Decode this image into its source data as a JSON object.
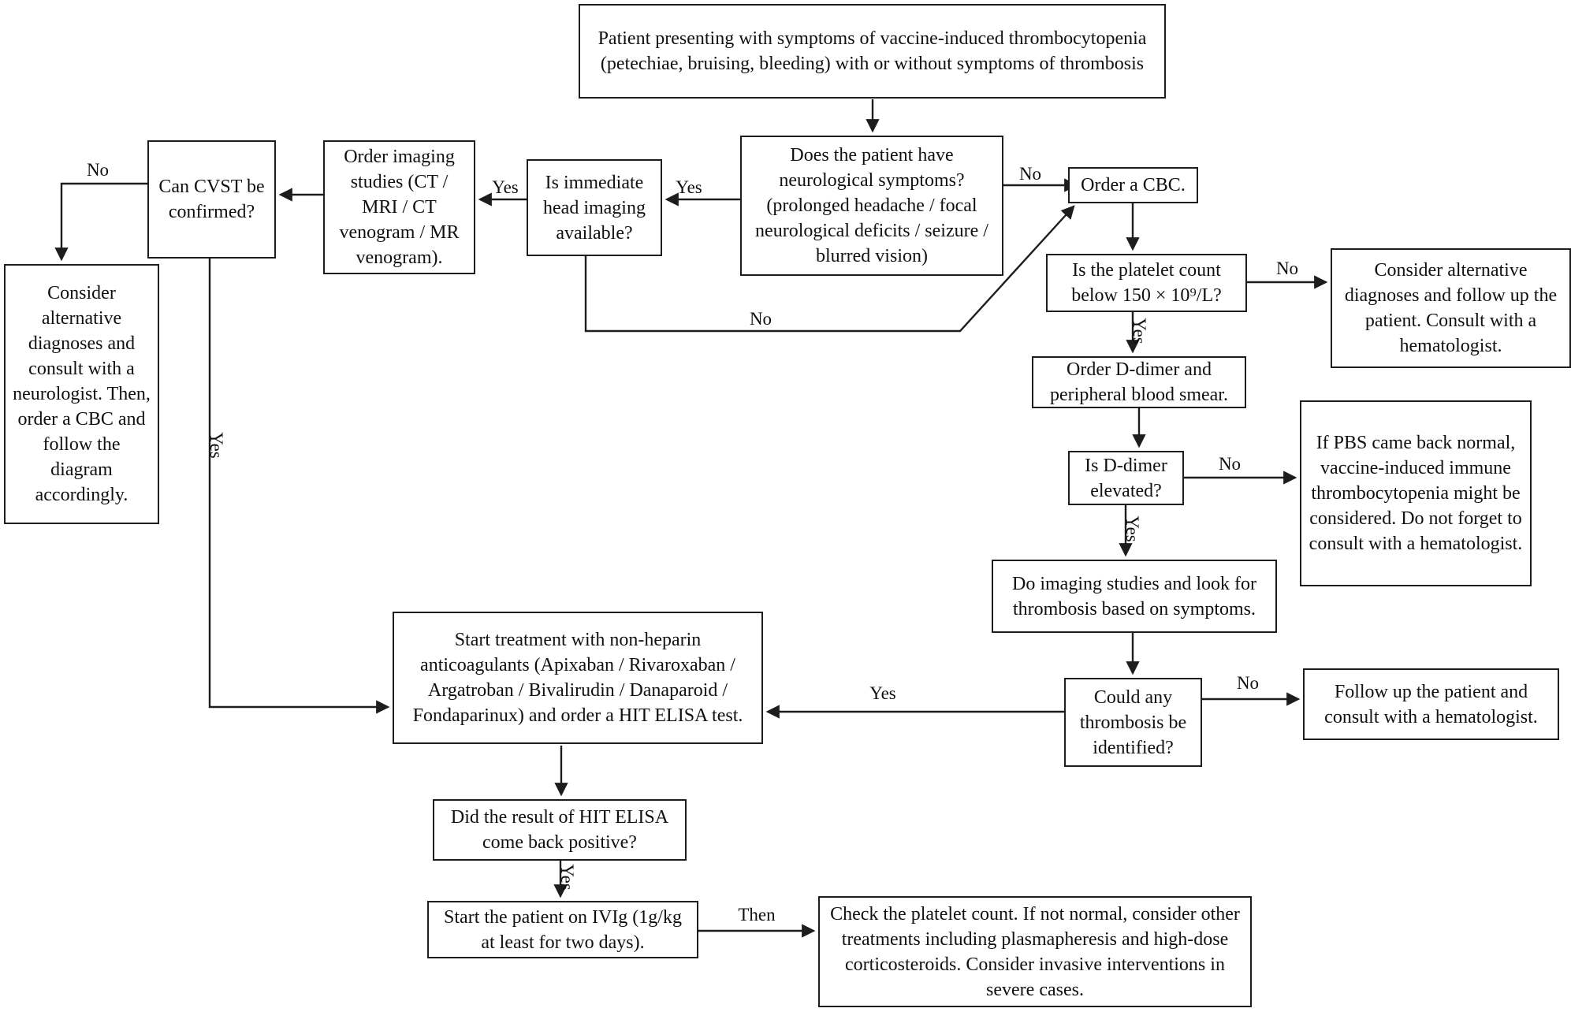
{
  "diagram": {
    "type": "clinical-decision-flowchart",
    "background": "#ffffff",
    "colors": {
      "box_border": "#1d1d1d",
      "line": "#1d1d1d",
      "text": "#101010"
    }
  },
  "nodes": {
    "start": {
      "text": "Patient presenting with symptoms of vaccine-induced thrombocytopenia (petechiae, bruising, bleeding) with or without symptoms of thrombosis"
    },
    "neuro_question": {
      "text": "Does the patient have neurological symptoms? (prolonged headache / focal neurological deficits / seizure / blurred vision)"
    },
    "order_cbc": {
      "text": "Order a CBC."
    },
    "head_imaging_question": {
      "text": "Is immediate head imaging available?"
    },
    "order_imaging": {
      "text": "Order imaging studies (CT / MRI / CT venogram / MR venogram)."
    },
    "cvst_question": {
      "text": "Can CVST be confirmed?"
    },
    "alternative_neurologist": {
      "text": "Consider alternative diagnoses and consult with a neurologist. Then, order a CBC and follow the diagram accordingly."
    },
    "platelet_question": {
      "text": "Is the platelet count below 150 × 10⁹/L?"
    },
    "alternative_hematologist": {
      "text": "Consider alternative diagnoses and follow up the patient. Consult with a hematologist."
    },
    "order_ddimer": {
      "text": "Order D-dimer and peripheral blood smear."
    },
    "ddimer_question": {
      "text": "Is D-dimer elevated?"
    },
    "pbs_note": {
      "text": "If PBS came back normal, vaccine-induced immune thrombocytopenia might be considered. Do not forget to consult with a hematologist."
    },
    "imaging_thrombosis": {
      "text": "Do imaging studies and look for thrombosis based on symptoms."
    },
    "thrombosis_question": {
      "text": "Could any thrombosis be identified?"
    },
    "followup_hematologist": {
      "text": "Follow up the patient and consult with a hematologist."
    },
    "treatment": {
      "text": "Start treatment with non-heparin anticoagulants (Apixaban / Rivaroxaban / Argatroban / Bivalirudin / Danaparoid / Fondaparinux) and order a HIT ELISA test."
    },
    "hit_elisa_question": {
      "text": "Did the result of HIT ELISA come back positive?"
    },
    "ivig": {
      "text": "Start the patient on IVIg (1g/kg at least for two days)."
    },
    "check_platelet": {
      "text": "Check the platelet count. If not normal, consider other treatments including plasmapheresis and high-dose corticosteroids. Consider invasive interventions in severe cases."
    }
  },
  "edge_labels": {
    "neuro_no": "No",
    "neuro_yes": "Yes",
    "head_imaging_yes": "Yes",
    "head_imaging_no": "No",
    "cvst_no": "No",
    "cvst_yes": "Yes",
    "platelet_no": "No",
    "platelet_yes": "Yes",
    "ddimer_no": "No",
    "ddimer_yes": "Yes",
    "thrombosis_no": "No",
    "thrombosis_yes": "Yes",
    "hit_elisa_yes": "Yes",
    "ivig_then": "Then"
  },
  "edges": [
    {
      "from": "start",
      "to": "neuro_question",
      "label": ""
    },
    {
      "from": "neuro_question",
      "to": "order_cbc",
      "label": "No"
    },
    {
      "from": "neuro_question",
      "to": "head_imaging_question",
      "label": "Yes"
    },
    {
      "from": "head_imaging_question",
      "to": "order_imaging",
      "label": "Yes"
    },
    {
      "from": "head_imaging_question",
      "to": "order_cbc",
      "label": "No"
    },
    {
      "from": "order_imaging",
      "to": "cvst_question",
      "label": ""
    },
    {
      "from": "cvst_question",
      "to": "alternative_neurologist",
      "label": "No"
    },
    {
      "from": "cvst_question",
      "to": "treatment",
      "label": "Yes"
    },
    {
      "from": "order_cbc",
      "to": "platelet_question",
      "label": ""
    },
    {
      "from": "platelet_question",
      "to": "alternative_hematologist",
      "label": "No"
    },
    {
      "from": "platelet_question",
      "to": "order_ddimer",
      "label": "Yes"
    },
    {
      "from": "order_ddimer",
      "to": "ddimer_question",
      "label": ""
    },
    {
      "from": "ddimer_question",
      "to": "pbs_note",
      "label": "No"
    },
    {
      "from": "ddimer_question",
      "to": "imaging_thrombosis",
      "label": "Yes"
    },
    {
      "from": "imaging_thrombosis",
      "to": "thrombosis_question",
      "label": ""
    },
    {
      "from": "thrombosis_question",
      "to": "followup_hematologist",
      "label": "No"
    },
    {
      "from": "thrombosis_question",
      "to": "treatment",
      "label": "Yes"
    },
    {
      "from": "treatment",
      "to": "hit_elisa_question",
      "label": ""
    },
    {
      "from": "hit_elisa_question",
      "to": "ivig",
      "label": "Yes"
    },
    {
      "from": "ivig",
      "to": "check_platelet",
      "label": "Then"
    }
  ]
}
